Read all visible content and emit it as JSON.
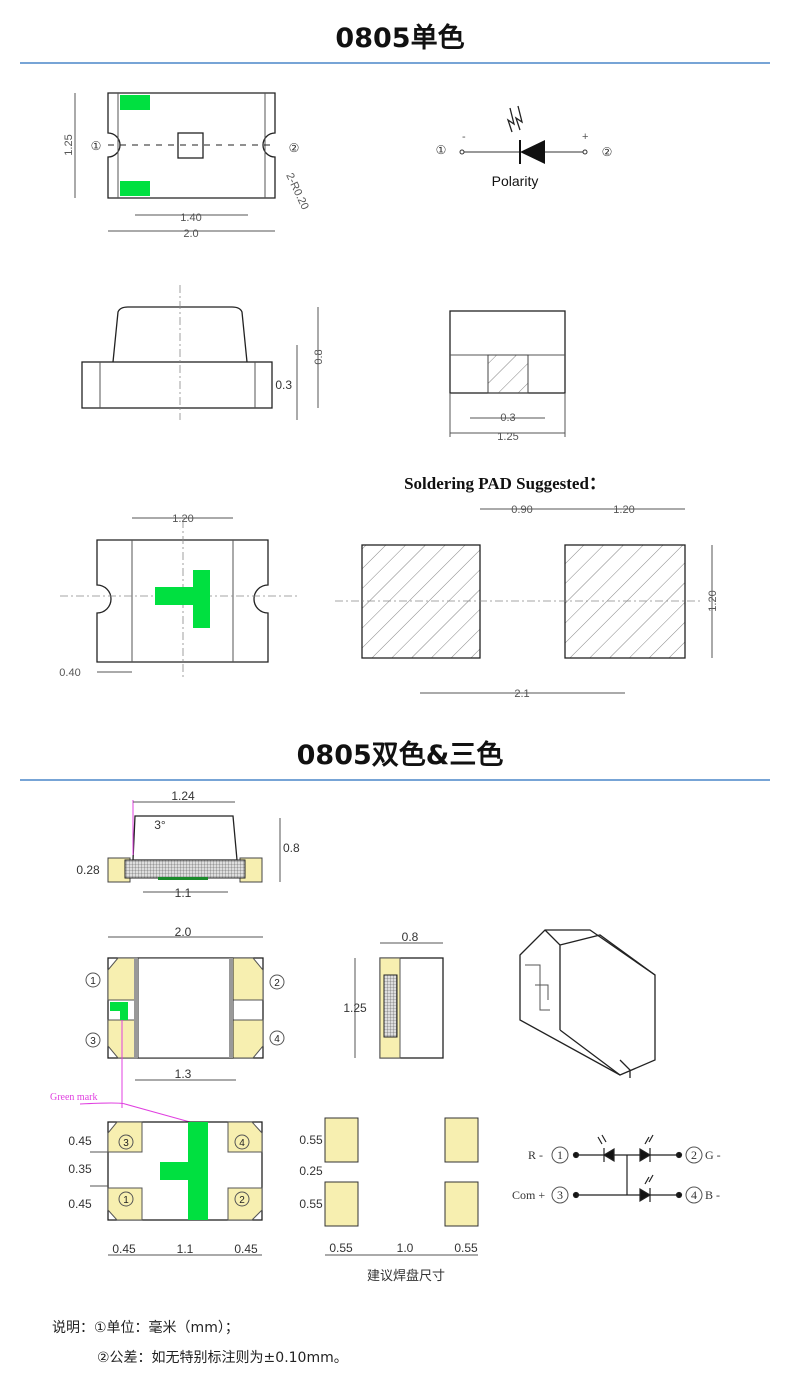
{
  "section1": {
    "title": "0805单色",
    "top_view": {
      "pin1": "①",
      "pin2": "②",
      "height": "1.25",
      "pad_span": "1.40",
      "width": "2.0",
      "radius": "2-R0.20"
    },
    "polarity": {
      "pin1": "①",
      "pin2": "②",
      "minus": "-",
      "plus": "+",
      "label": "Polarity"
    },
    "side_view": {
      "total_height": "0.8",
      "base_height": "0.3"
    },
    "end_view": {
      "pad_width": "0.3",
      "width": "1.25"
    },
    "soldering_title": "Soldering PAD Suggested：",
    "bottom_view": {
      "inner_width": "1.20",
      "edge": "0.40"
    },
    "pads": {
      "gap": "0.90",
      "pad_width": "1.20",
      "pad_height": "1.20",
      "total": "2.1"
    }
  },
  "section2": {
    "title": "0805双色&三色",
    "side_view": {
      "top_width": "1.24",
      "angle": "3°",
      "height": "0.8",
      "base_height": "0.28",
      "bottom_width": "1.1"
    },
    "top_view": {
      "width": "2.0",
      "body_width": "1.3",
      "pins": [
        "1",
        "2",
        "3",
        "4"
      ],
      "mark_label": "Green mark"
    },
    "end_view": {
      "width": "0.8",
      "height": "1.25"
    },
    "bottom_view": {
      "pad_h1": "0.45",
      "gap": "0.35",
      "pad_h2": "0.45",
      "pad_w1": "0.45",
      "mid": "1.1",
      "pad_w2": "0.45",
      "pins": [
        "3",
        "4",
        "1",
        "2"
      ]
    },
    "pads": {
      "h1": "0.55",
      "gap": "0.25",
      "h2": "0.55",
      "w1": "0.55",
      "mid": "1.0",
      "w2": "0.55",
      "caption": "建议焊盘尺寸"
    },
    "circuit": {
      "r": "R -",
      "com": "Com +",
      "g": "G -",
      "b": "B -",
      "pins": [
        "1",
        "3",
        "2",
        "4"
      ]
    }
  },
  "notes": {
    "line1": "说明：①单位：毫米（mm）；",
    "line2": "②公差：如无特别标注则为±0.10mm。"
  },
  "colors": {
    "rule": "#4a86c8",
    "green": "#00e040",
    "pad_yellow": "#f7efb0",
    "magenta": "#e040e0"
  }
}
